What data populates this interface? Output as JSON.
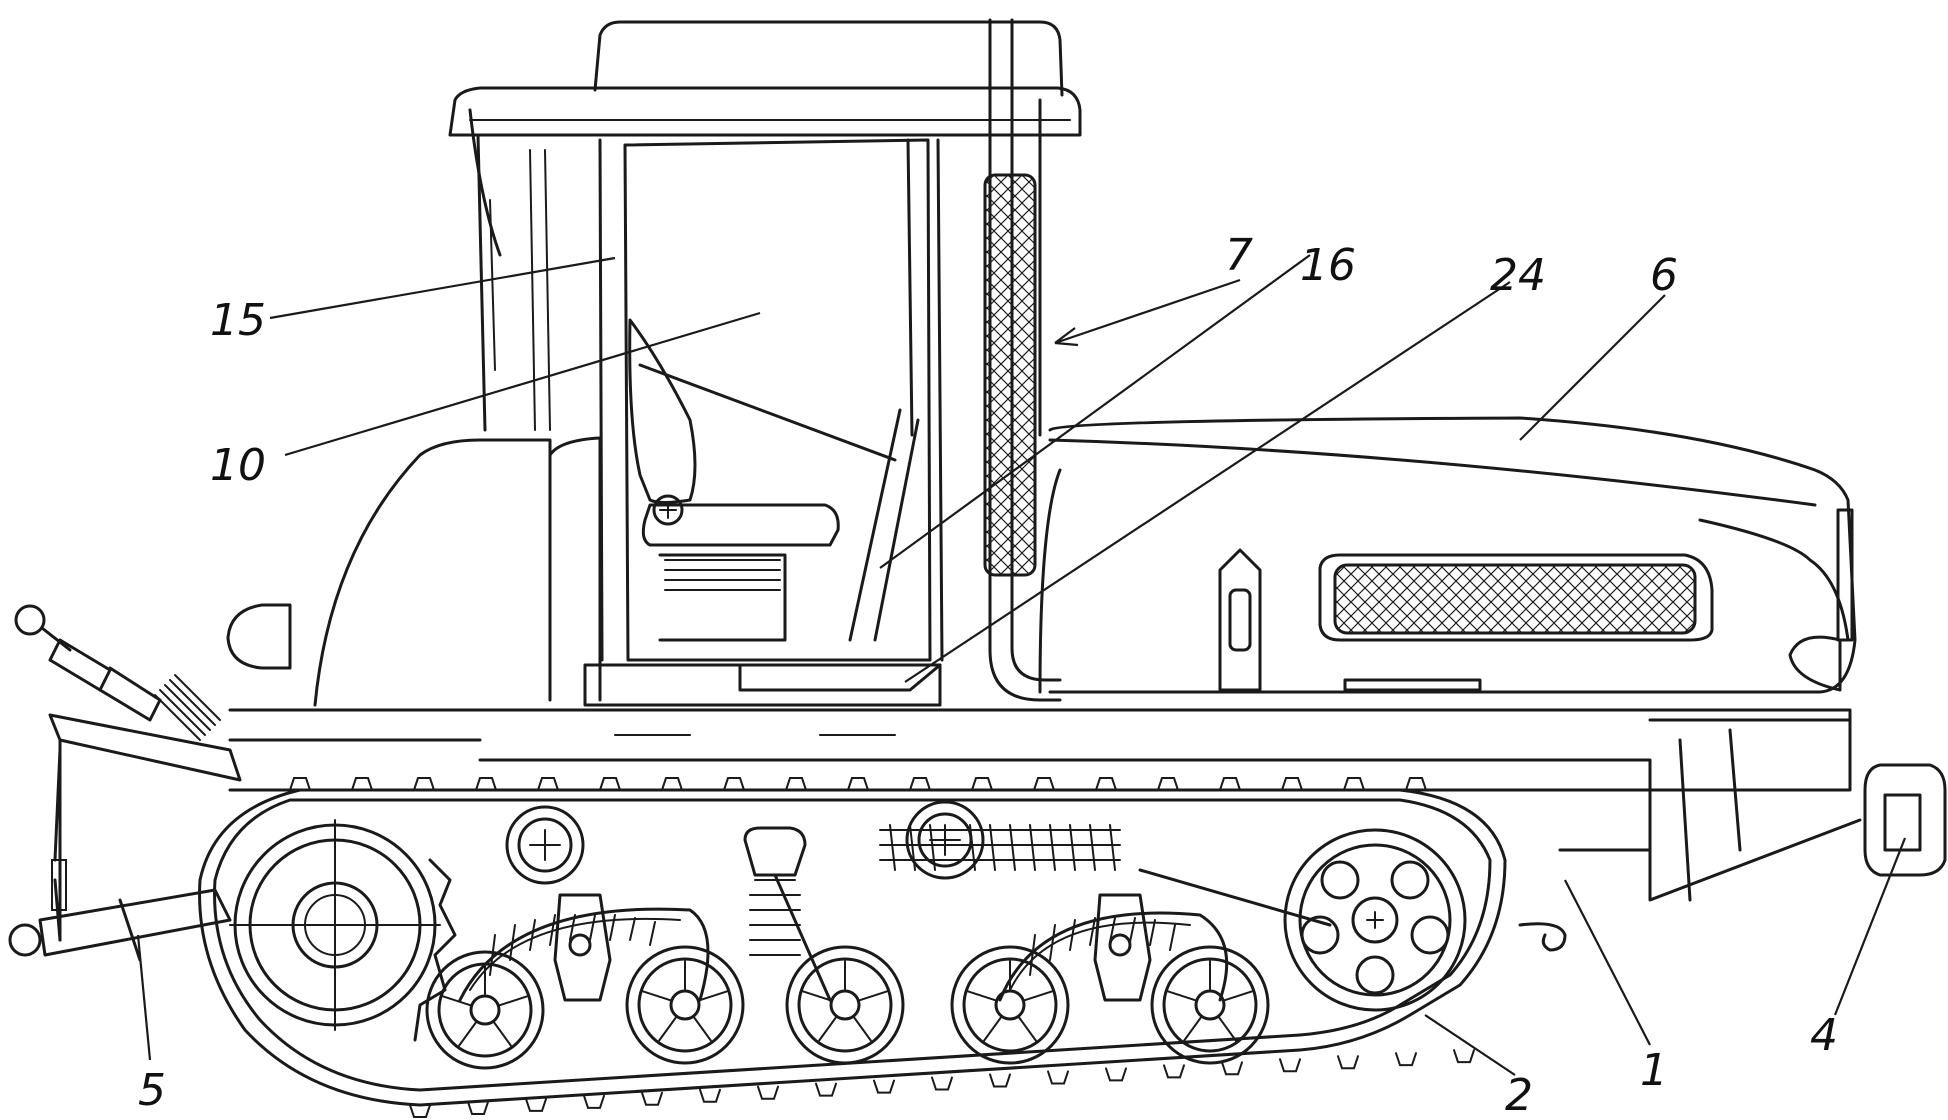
{
  "callouts": [
    {
      "id": "1",
      "label": "1"
    },
    {
      "id": "2",
      "label": "2"
    },
    {
      "id": "4",
      "label": "4"
    },
    {
      "id": "5",
      "label": "5"
    },
    {
      "id": "6",
      "label": "6"
    },
    {
      "id": "7",
      "label": "7"
    },
    {
      "id": "10",
      "label": "10"
    },
    {
      "id": "15",
      "label": "15"
    },
    {
      "id": "16",
      "label": "16"
    },
    {
      "id": "24",
      "label": "24"
    }
  ]
}
